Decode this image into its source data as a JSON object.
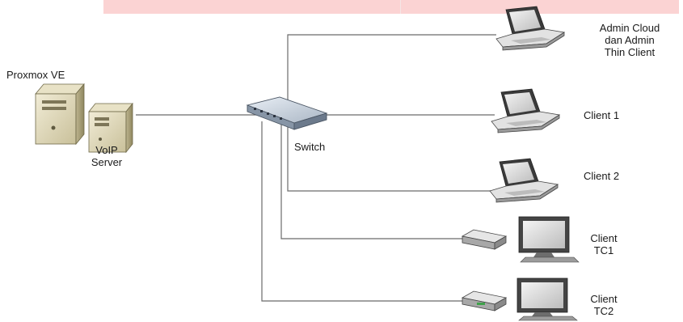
{
  "nodes": {
    "server": {
      "label": "Proxmox VE"
    },
    "voip": {
      "label_line1": "VoIP",
      "label_line2": "Server"
    },
    "switch": {
      "label": "Switch"
    },
    "admin": {
      "label_line1": "Admin Cloud",
      "label_line2": "dan Admin",
      "label_line3": "Thin Client"
    },
    "client1": {
      "label": "Client 1"
    },
    "client2": {
      "label": "Client 2"
    },
    "tc1": {
      "label_line1": "Client",
      "label_line2": "TC1"
    },
    "tc2": {
      "label_line1": "Client",
      "label_line2": "TC2"
    }
  },
  "colors": {
    "link": "#6b6b6b",
    "banner": "#fbd3d3",
    "server_body": "#ddd6b8",
    "laptop_screen": "#d8d8d8",
    "tc_accent": "#3fa24a"
  }
}
